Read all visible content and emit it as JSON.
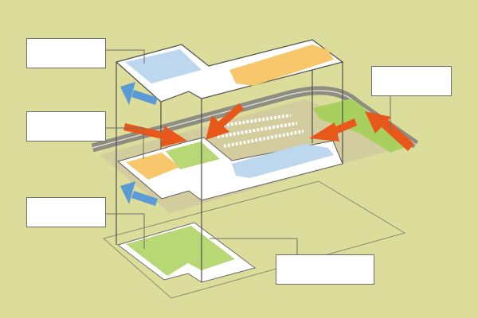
{
  "diagram": {
    "type": "isometric-building-airflow",
    "colors": {
      "background": "#dcdd9b",
      "ground": "#d2cc9e",
      "road": "#8d8d82",
      "lawn": "#a9d05f",
      "floor": "#ffffff",
      "outline": "#5a5a5a",
      "zone_blue": "#bdd7ee",
      "zone_orange": "#f8c76b",
      "zone_green": "#b7d874",
      "arrow_warm": "#e8581a",
      "arrow_cool": "#5b9bd5"
    },
    "labels": [
      {
        "id": "top-floor-label",
        "text": ""
      },
      {
        "id": "middle-floor-label",
        "text": ""
      },
      {
        "id": "ground-floor-label",
        "text": ""
      },
      {
        "id": "wind-label",
        "text": ""
      },
      {
        "id": "garden-label",
        "text": ""
      }
    ]
  }
}
